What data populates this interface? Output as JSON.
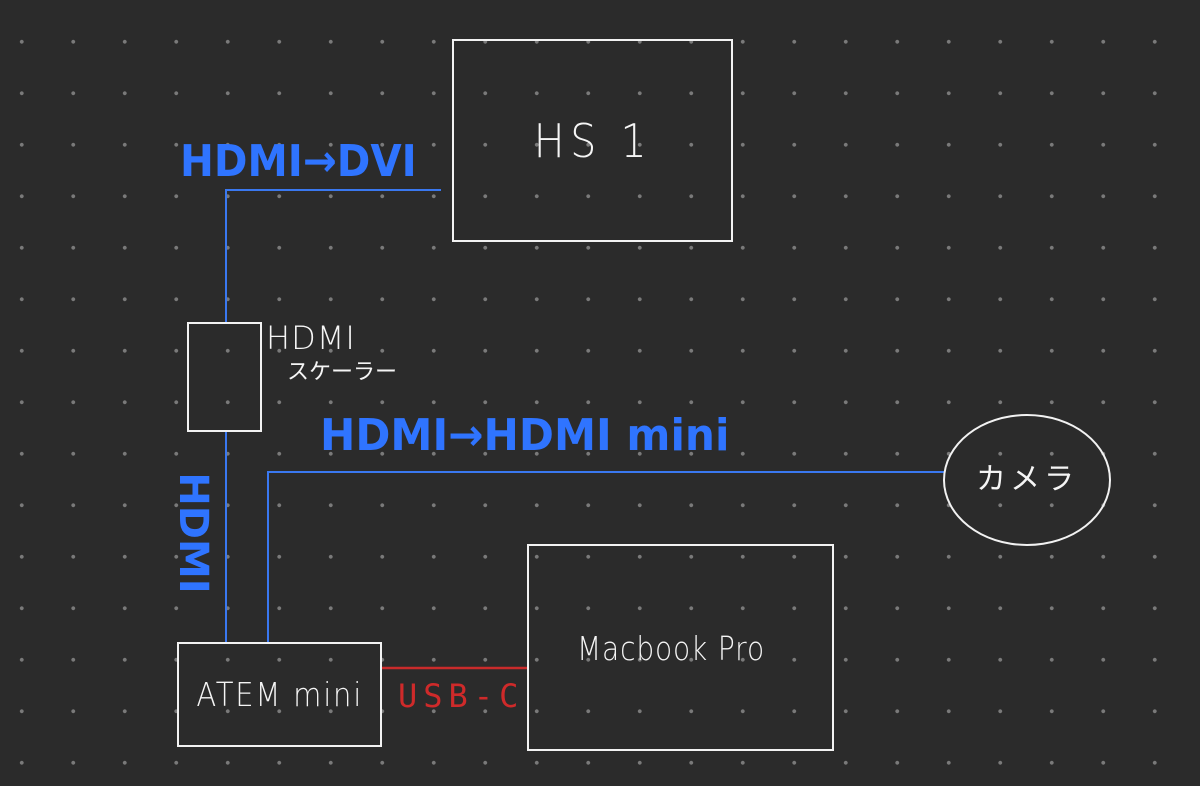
{
  "diagram": {
    "nodes": {
      "hs1": {
        "label": "HS 1"
      },
      "scaler": {
        "label_line1": "HDMI",
        "label_line2": "スケーラー"
      },
      "atem": {
        "label": "ATEM mini"
      },
      "macbook": {
        "label": "Macbook Pro"
      },
      "camera": {
        "label": "カメラ"
      }
    },
    "connections": {
      "hdmi_dvi": {
        "label": "HDMI→DVI",
        "color": "#2f74ff"
      },
      "hdmi_vertical": {
        "label": "HDMI",
        "color": "#2f74ff"
      },
      "hdmi_mini": {
        "label": "HDMI→HDMI mini",
        "color": "#2f74ff"
      },
      "usb_c": {
        "label": "USB-C",
        "color": "#cf2a2a"
      }
    }
  }
}
